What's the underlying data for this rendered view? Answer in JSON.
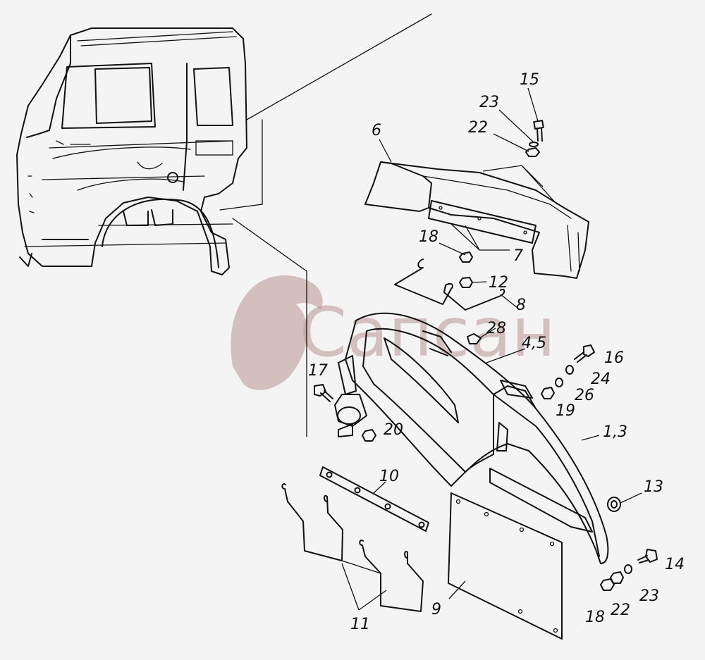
{
  "watermark": {
    "text": "Сапсан",
    "color": "#b89391"
  },
  "callouts": {
    "c1": "15",
    "c2": "23",
    "c3": "22",
    "c4": "6",
    "c5": "18",
    "c6": "7",
    "c7": "12",
    "c8": "8",
    "c9": "28",
    "c10": "4,5",
    "c11": "16",
    "c12": "24",
    "c13": "26",
    "c14": "19",
    "c15": "17",
    "c16": "20",
    "c17": "1,3",
    "c18": "10",
    "c19": "13",
    "c20": "14",
    "c21": "23",
    "c22": "22",
    "c23": "18",
    "c24": "9",
    "c25": "11"
  }
}
